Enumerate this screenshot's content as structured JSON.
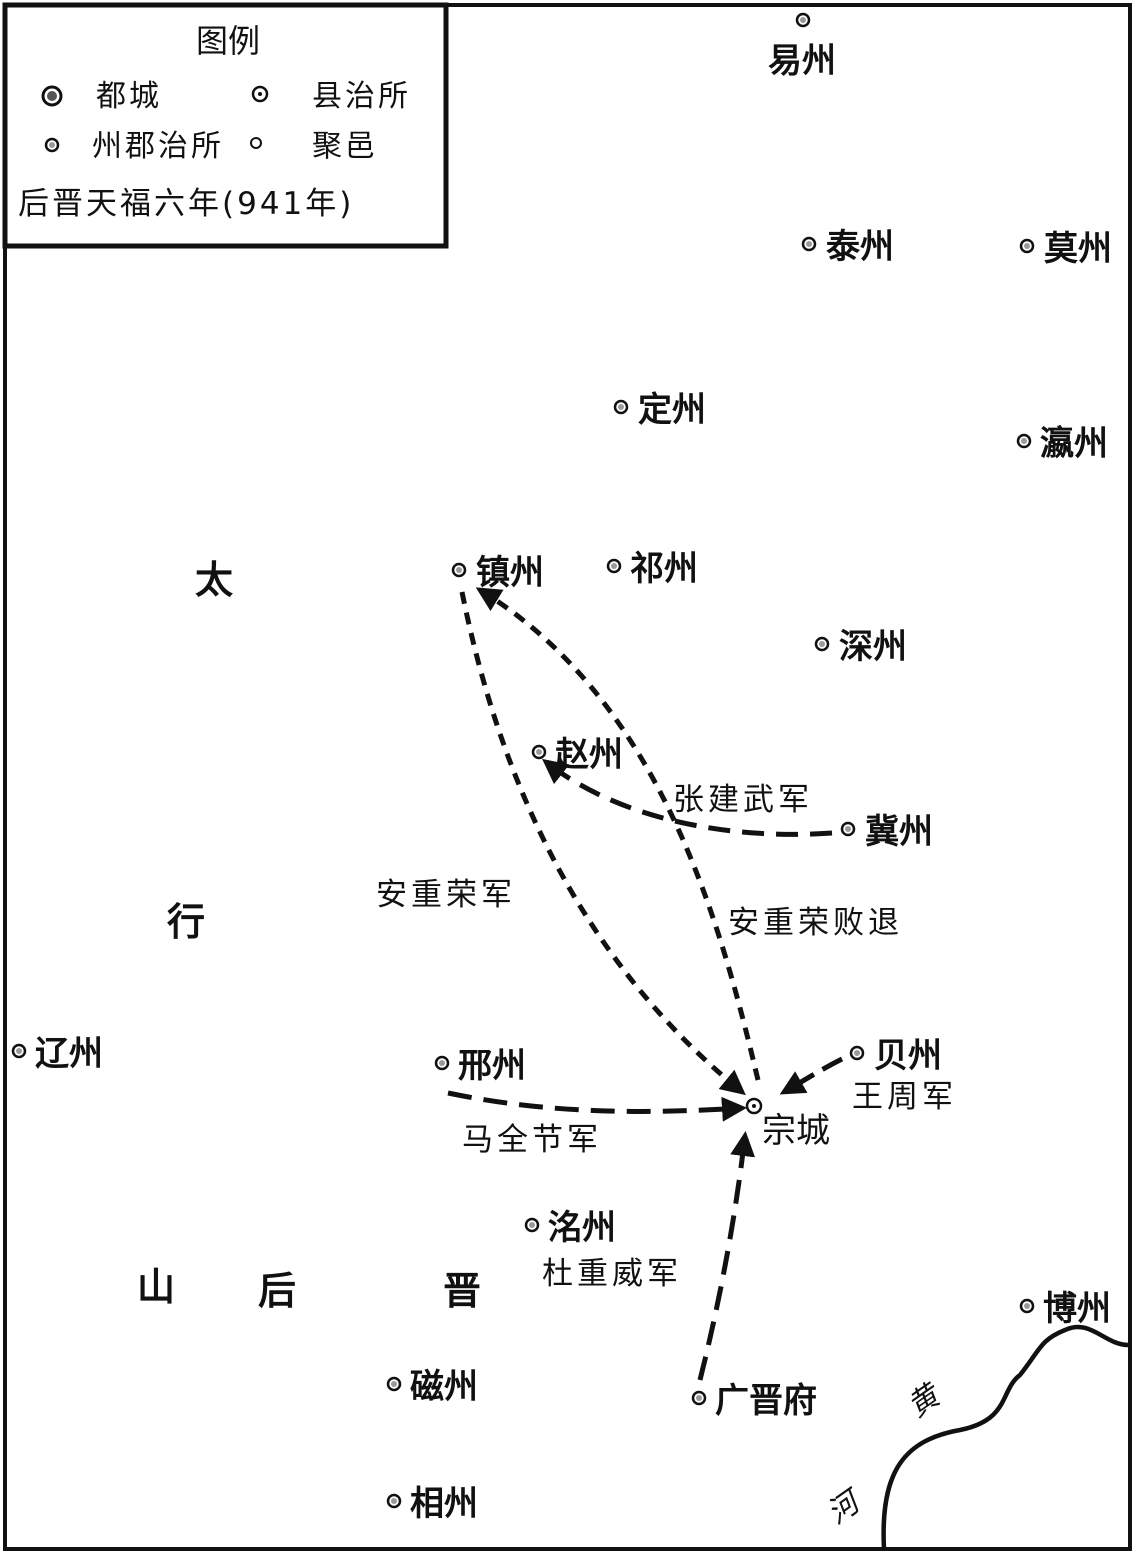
{
  "legend": {
    "title": "图例",
    "items": [
      {
        "symbol": "capital",
        "label": "都城"
      },
      {
        "symbol": "county_seat",
        "label": "县治所"
      },
      {
        "symbol": "prefecture_seat",
        "label": "州郡治所"
      },
      {
        "symbol": "settlement",
        "label": "聚邑"
      }
    ],
    "caption": "后晋天福六年(941年)"
  },
  "regions": [
    {
      "id": "taihang-1",
      "label": "太"
    },
    {
      "id": "taihang-2",
      "label": "行"
    },
    {
      "id": "taihang-3",
      "label": "山"
    },
    {
      "id": "houjin-1",
      "label": "后"
    },
    {
      "id": "houjin-2",
      "label": "晋"
    }
  ],
  "places": [
    {
      "id": "yizhou",
      "label": "易州",
      "type": "prefecture_seat"
    },
    {
      "id": "taizhou",
      "label": "泰州",
      "type": "prefecture_seat"
    },
    {
      "id": "mozhou",
      "label": "莫州",
      "type": "prefecture_seat"
    },
    {
      "id": "dingzhou",
      "label": "定州",
      "type": "prefecture_seat"
    },
    {
      "id": "yingzhou",
      "label": "瀛州",
      "type": "prefecture_seat"
    },
    {
      "id": "zhenzhou",
      "label": "镇州",
      "type": "prefecture_seat"
    },
    {
      "id": "qizhou",
      "label": "祁州",
      "type": "prefecture_seat"
    },
    {
      "id": "shenzhou",
      "label": "深州",
      "type": "prefecture_seat"
    },
    {
      "id": "zhaozhou",
      "label": "赵州",
      "type": "prefecture_seat"
    },
    {
      "id": "jizhou",
      "label": "冀州",
      "type": "prefecture_seat"
    },
    {
      "id": "liaozhou",
      "label": "辽州",
      "type": "prefecture_seat"
    },
    {
      "id": "xingzhou",
      "label": "邢州",
      "type": "prefecture_seat"
    },
    {
      "id": "beizhou",
      "label": "贝州",
      "type": "prefecture_seat"
    },
    {
      "id": "zongcheng",
      "label": "宗城",
      "type": "county_seat"
    },
    {
      "id": "mingzhou",
      "label": "洺州",
      "type": "prefecture_seat"
    },
    {
      "id": "bozhou",
      "label": "博州",
      "type": "prefecture_seat"
    },
    {
      "id": "cizhou",
      "label": "磁州",
      "type": "prefecture_seat"
    },
    {
      "id": "guangjinfu",
      "label": "广晋府",
      "type": "prefecture_seat"
    },
    {
      "id": "xiangzhou",
      "label": "相州",
      "type": "prefecture_seat"
    }
  ],
  "armies": [
    {
      "id": "zhangjianwu",
      "label": "张建武军",
      "from": "jizhou",
      "to": "zhaozhou"
    },
    {
      "id": "anchongrong",
      "label": "安重荣军",
      "from": "zhenzhou",
      "to": "zongcheng"
    },
    {
      "id": "anchongrong-retreat",
      "label": "安重荣败退",
      "from": "zongcheng",
      "to": "zhenzhou"
    },
    {
      "id": "maquanjie",
      "label": "马全节军",
      "from": "xingzhou",
      "to": "zongcheng"
    },
    {
      "id": "wangzhou",
      "label": "王周军",
      "from": "beizhou",
      "to": "zongcheng"
    },
    {
      "id": "duchongwei",
      "label": "杜重威军",
      "from": "guangjinfu",
      "to": "zongcheng"
    }
  ],
  "river": {
    "chars": [
      "黄",
      "河"
    ]
  }
}
